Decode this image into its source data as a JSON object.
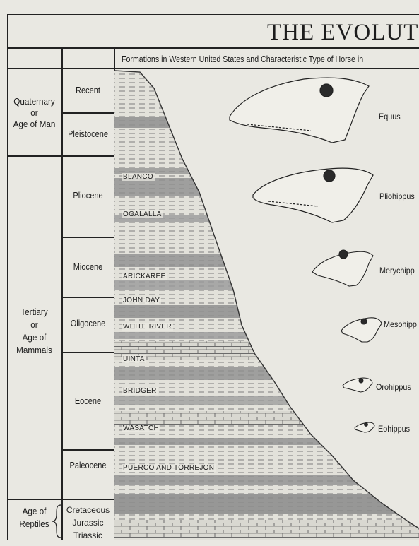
{
  "title": "THE EVOLUTI",
  "header": "Formations in Western United States and Characteristic Type of Horse in",
  "eras": [
    {
      "label": "Quaternary\nor\nAge of Man"
    },
    {
      "label": "Tertiary\nor\nAge of\nMammals"
    },
    {
      "label": "Age of\nReptiles"
    }
  ],
  "epochs": [
    "Recent",
    "Pleistocene",
    "Pliocene",
    "Miocene",
    "Oligocene",
    "Eocene",
    "Paleocene"
  ],
  "reptile_periods": [
    "Cretaceous",
    "Jurassic",
    "Triassic"
  ],
  "formations": [
    "BLANCO",
    "OGALALLA",
    "ARICKAREE",
    "JOHN DAY",
    "WHITE RIVER",
    "UINTA",
    "BRIDGER",
    "WASATCH",
    "PUERCO AND TORREJON"
  ],
  "horses": [
    "Equus",
    "Pliohippus",
    "Merychipp",
    "Mesohipp",
    "Orohippus",
    "Eohippus"
  ],
  "colors": {
    "ink": "#1c1c1c",
    "paper": "#e9e8e2",
    "strata": "#8e8e8e"
  }
}
